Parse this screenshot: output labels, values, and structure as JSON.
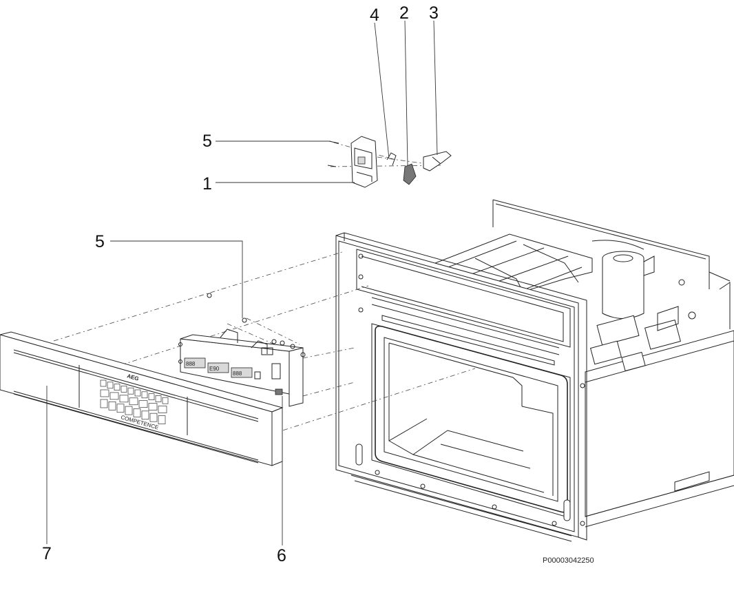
{
  "diagram": {
    "callouts": [
      {
        "id": "c4",
        "label": "4"
      },
      {
        "id": "c2",
        "label": "2"
      },
      {
        "id": "c3",
        "label": "3"
      },
      {
        "id": "c5a",
        "label": "5"
      },
      {
        "id": "c1",
        "label": "1"
      },
      {
        "id": "c5b",
        "label": "5"
      },
      {
        "id": "c7",
        "label": "7"
      },
      {
        "id": "c6",
        "label": "6"
      }
    ],
    "document_id": "P00003042250",
    "panel": {
      "brand": "AEG",
      "model_text": "COMPETENCE",
      "display_digits": [
        "888",
        "E90",
        "888"
      ]
    }
  }
}
